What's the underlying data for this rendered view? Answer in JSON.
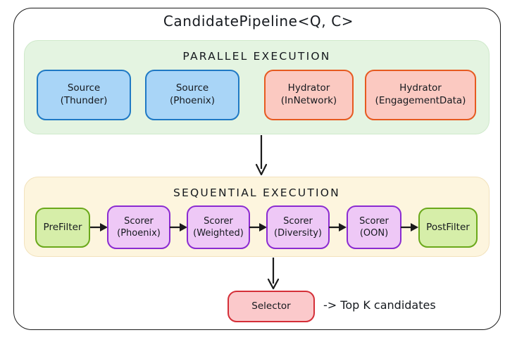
{
  "diagram": {
    "title": "CandidatePipeline<Q, C>",
    "type": "flowchart"
  },
  "groups": [
    {
      "id": "parallel",
      "heading": "PARALLEL EXECUTION",
      "fill": "#e4f4e1",
      "border": "#cfe9cb",
      "nodes": [
        {
          "id": "source-thunder",
          "line1": "Source",
          "line2": "(Thunder)",
          "fill": "#a9d5f7",
          "border": "#1f79c4"
        },
        {
          "id": "source-phoenix",
          "line1": "Source",
          "line2": "(Phoenix)",
          "fill": "#a9d5f7",
          "border": "#1f79c4"
        },
        {
          "id": "hydrator-innetwork",
          "line1": "Hydrator",
          "line2": "(InNetwork)",
          "fill": "#fbc9c1",
          "border": "#e65a20"
        },
        {
          "id": "hydrator-engagement",
          "line1": "Hydrator",
          "line2": "(EngagementData)",
          "fill": "#fbc9c1",
          "border": "#e65a20"
        }
      ]
    },
    {
      "id": "sequential",
      "heading": "SEQUENTIAL EXECUTION",
      "fill": "#fdf5de",
      "border": "#f2e2bc",
      "nodes": [
        {
          "id": "prefilter",
          "line1": "PreFilter",
          "line2": "",
          "fill": "#d6eea9",
          "border": "#6aa81a"
        },
        {
          "id": "scorer-phoenix",
          "line1": "Scorer",
          "line2": "(Phoenix)",
          "fill": "#eec8f6",
          "border": "#8b2bd1"
        },
        {
          "id": "scorer-weighted",
          "line1": "Scorer",
          "line2": "(Weighted)",
          "fill": "#eec8f6",
          "border": "#8b2bd1"
        },
        {
          "id": "scorer-diversity",
          "line1": "Scorer",
          "line2": "(Diversity)",
          "fill": "#eec8f6",
          "border": "#8b2bd1"
        },
        {
          "id": "scorer-oon",
          "line1": "Scorer",
          "line2": "(OON)",
          "fill": "#eec8f6",
          "border": "#8b2bd1"
        },
        {
          "id": "postfilter",
          "line1": "PostFilter",
          "line2": "",
          "fill": "#d6eea9",
          "border": "#6aa81a"
        }
      ]
    }
  ],
  "output": {
    "selector_label": "Selector",
    "result_label": "-> Top K candidates",
    "fill": "#fbc9cb",
    "border": "#d42f38"
  },
  "colors": {
    "frame": "#1a1a1a",
    "text": "#15191e",
    "arrow": "#1a1a1a",
    "background": "#ffffff"
  }
}
